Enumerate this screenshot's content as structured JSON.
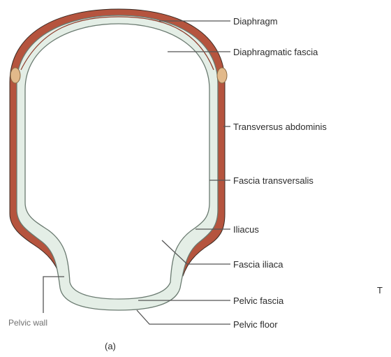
{
  "labels": {
    "diaphragm": "Diaphragm",
    "diaphragmatic_fascia": "Diaphragmatic fascia",
    "transversus_abdominis": "Transversus abdominis",
    "fascia_transversalis": "Fascia transversalis",
    "iliacus": "Iliacus",
    "fascia_iliaca": "Fascia iliaca",
    "pelvic_fascia": "Pelvic fascia",
    "pelvic_floor": "Pelvic floor",
    "pelvic_wall": "Pelvic wall",
    "caption": "(a)",
    "cut_off_text": "T"
  },
  "colors": {
    "muscle": "#b5543e",
    "fascia": "#e4eee6",
    "fascia_outline": "#6a7a70",
    "cartilage": "#e2b98a"
  }
}
